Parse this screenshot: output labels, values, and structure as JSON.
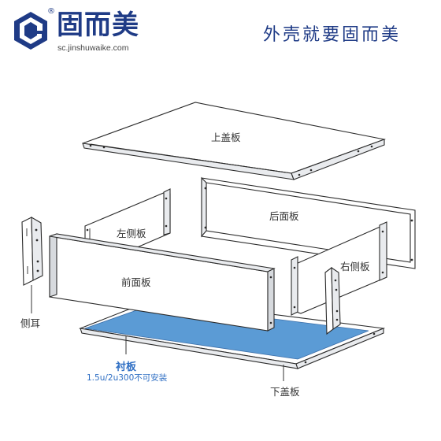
{
  "brand": {
    "name": "固而美",
    "reg_mark": "®",
    "url": "sc.jinshuwaike.com",
    "slogan": "外壳就要固而美",
    "color": "#1f3b86"
  },
  "parts": {
    "top_cover": "上盖板",
    "rear_panel": "后面板",
    "left_side": "左侧板",
    "right_side": "右侧板",
    "front_panel": "前面板",
    "side_ear": "侧耳",
    "liner": "衬板",
    "liner_note": "1.5u/2u300不可安装",
    "bottom_cover": "下盖板"
  },
  "colors": {
    "liner_fill": "#5b9bd5",
    "liner_label": "#2f6fc4"
  }
}
